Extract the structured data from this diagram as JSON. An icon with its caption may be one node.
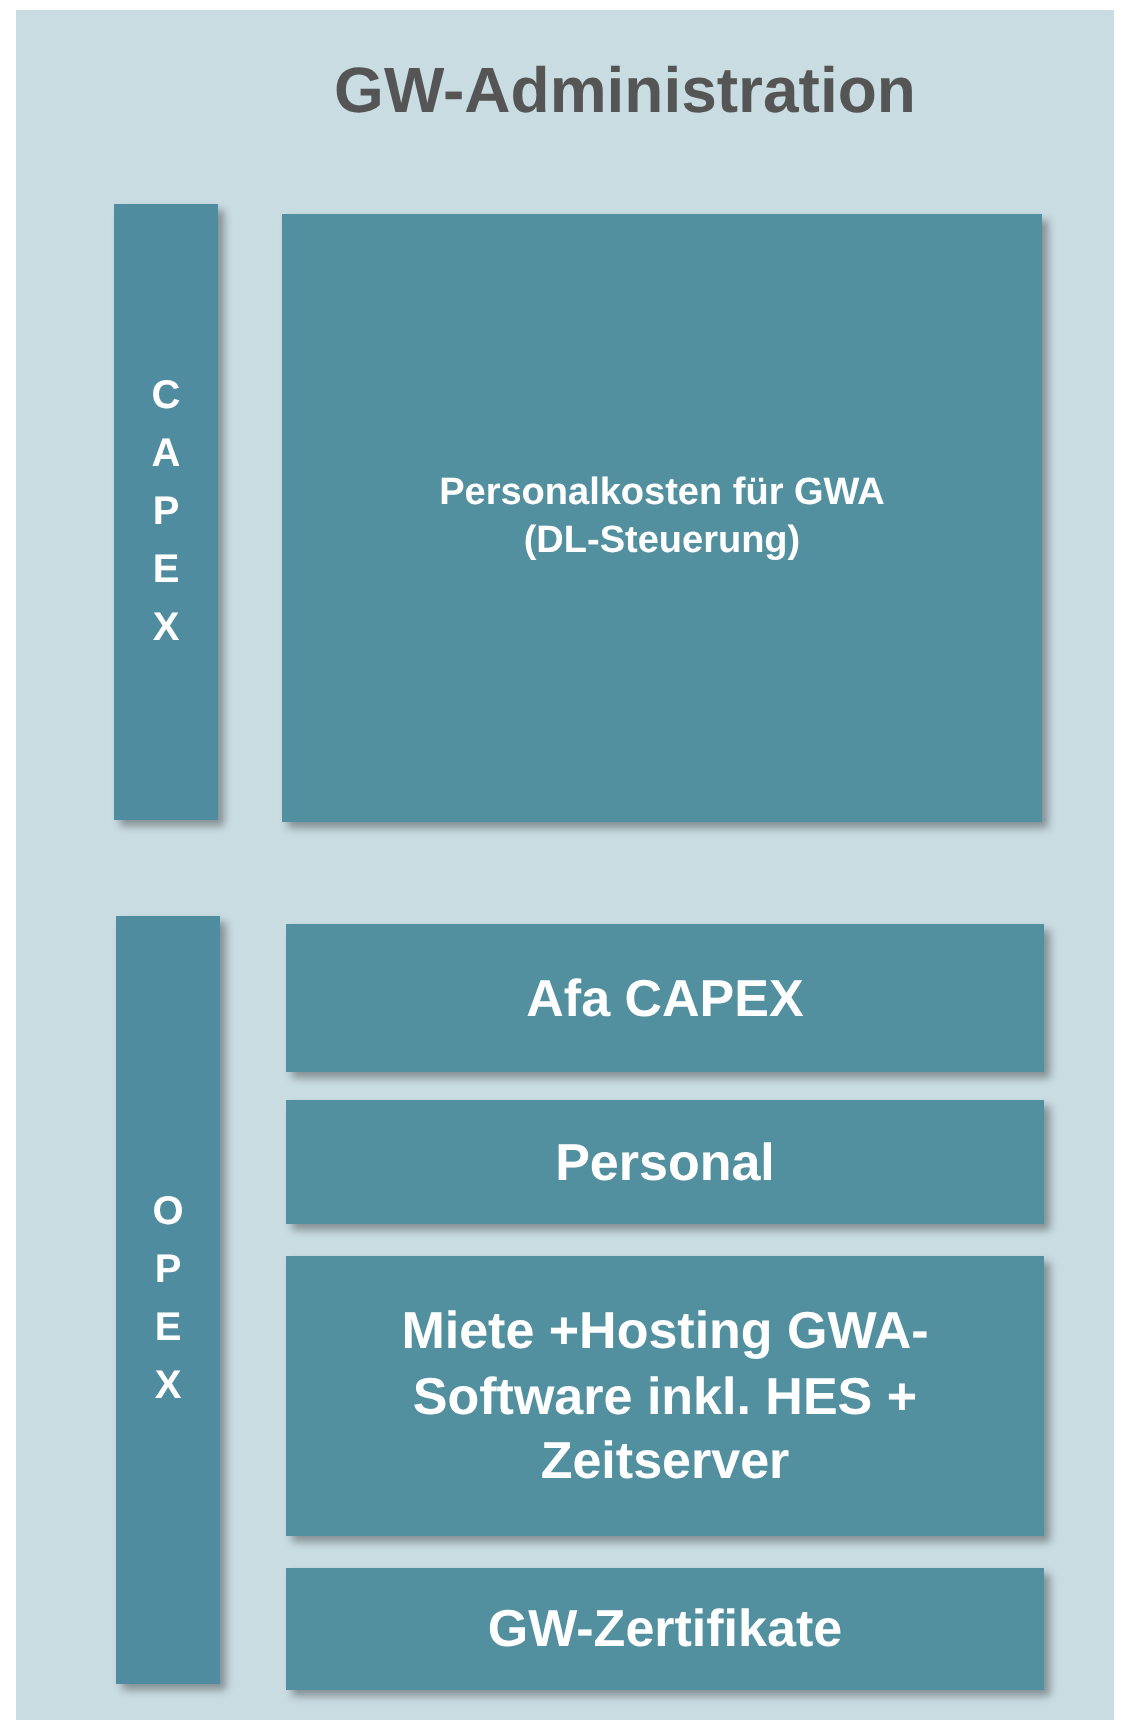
{
  "diagram": {
    "nodes": [
      {
        "text": [
          "GW-Administration"
        ]
      },
      {
        "text": [
          "CAPEX"
        ],
        "in": 0
      },
      {
        "text": [
          "Personalkosten für GWA (DL-Steuerung)"
        ],
        "in": 0
      },
      {
        "text": [
          "OPEX"
        ],
        "in": 0
      },
      {
        "text": [
          "Afa CAPEX"
        ],
        "in": 0
      },
      {
        "text": [
          "Personal"
        ],
        "in": 0
      },
      {
        "text": [
          "Miete +Hosting GWA-Software inkl. HES + Zeitserver"
        ],
        "in": 0
      },
      {
        "text": [
          "GW-Zertifikate"
        ],
        "in": 0
      }
    ]
  }
}
